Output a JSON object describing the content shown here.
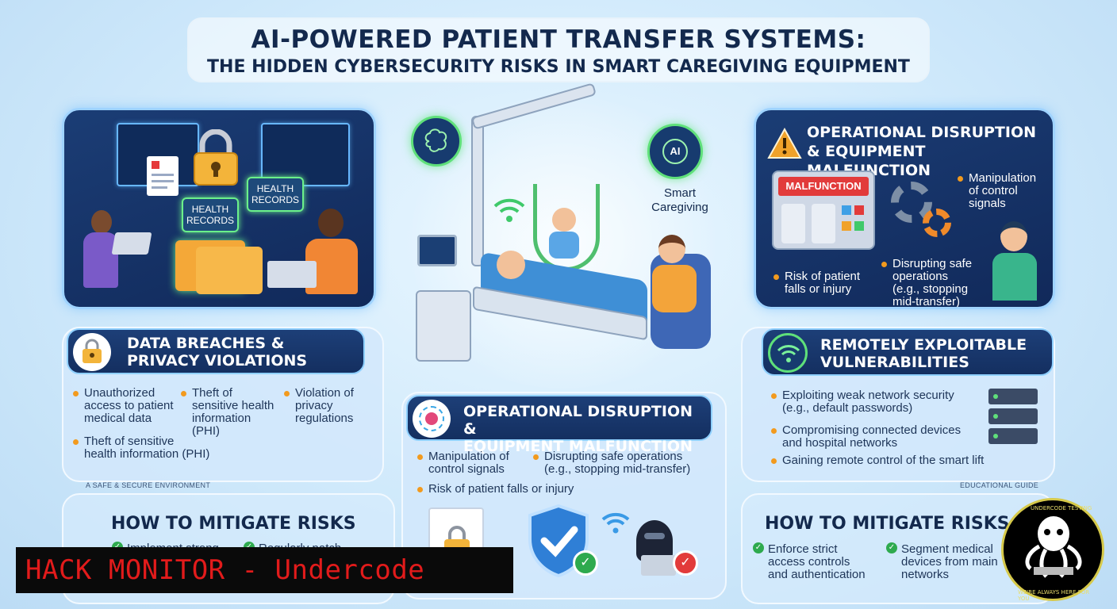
{
  "title": {
    "line1": "AI-POWERED PATIENT TRANSFER SYSTEMS:",
    "line2": "THE HIDDEN CYBERSECURITY RISKS IN SMART CAREGIVING EQUIPMENT"
  },
  "scene": {
    "records_label_1": "HEALTH\nRECORDS",
    "records_label_2": "HEALTH\nRECORDS",
    "smart_label": "Smart\nCaregiving",
    "ai_label": "AI",
    "malfunction_label": "MALFUNCTION"
  },
  "top_right": {
    "heading": "OPERATIONAL DISRUPTION\n& EQUIPMENT MALFUNCTION",
    "items": [
      "Manipulation\nof control\nsignals",
      "Disrupting safe\noperations\n(e.g., stopping\nmid-transfer)",
      "Risk of patient\nfalls or injury"
    ]
  },
  "left": {
    "heading": "DATA BREACHES &\nPRIVACY VIOLATIONS",
    "items": [
      "Unauthorized\naccess to patient\nmedical data",
      "Theft of\nsensitive health\ninformation\n(PHI)",
      "Violation of\nprivacy\nregulations",
      "Theft of sensitive\nhealth information (PHI)"
    ],
    "caption": "A SAFE & SECURE ENVIRONMENT"
  },
  "center": {
    "heading": "OPERATIONAL DISRUPTION &\nEQUIPMENT MALFUNCTION",
    "items": [
      "Manipulation of\ncontrol signals",
      "Disrupting safe operations\n(e.g., stopping mid-transfer)",
      "Risk of patient falls or injury"
    ]
  },
  "right": {
    "heading": "REMOTELY EXPLOITABLE\nVULNERABILITIES",
    "items": [
      "Exploiting weak network security\n(e.g., default passwords)",
      "Compromising connected devices\nand hospital networks",
      "Gaining remote control of the smart lift"
    ],
    "caption": "EDUCATIONAL GUIDE"
  },
  "mitigate_left": {
    "heading": "HOW TO MITIGATE RISKS",
    "items": [
      "Implement strong",
      "Regularly patch"
    ]
  },
  "mitigate_right": {
    "heading": "HOW TO MITIGATE RISKS",
    "items": [
      "Enforce strict\naccess controls\nand authentication",
      "Segment medical\ndevices from main\nnetworks"
    ]
  },
  "banner": "HACK MONITOR - Undercode",
  "logo": {
    "top_text": "UNDERCODE TESTING",
    "bottom_text": "WE'RE ALWAYS HERE FOR YOU"
  },
  "colors": {
    "navy": "#13294d",
    "bullet": "#f29a1e",
    "check": "#2eaa4e",
    "glow": "#5fe07a",
    "banner_text": "#e21b1b"
  }
}
